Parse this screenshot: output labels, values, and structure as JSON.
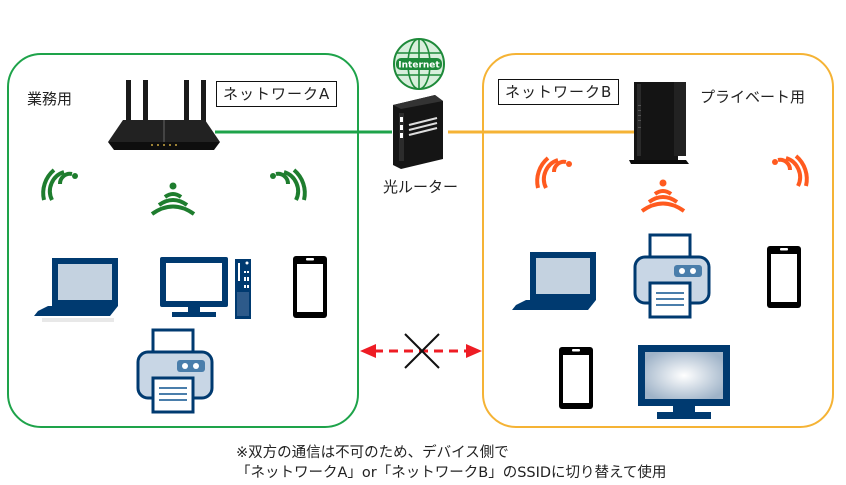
{
  "zones": {
    "a": {
      "purpose_label": "業務用",
      "network_label": "ネットワークA",
      "color": "#1ea34a",
      "wifi_color": "#1e7d2e"
    },
    "b": {
      "purpose_label": "プライベート用",
      "network_label": "ネットワークB",
      "color": "#f5b335",
      "wifi_color": "#ff5a1f"
    }
  },
  "center": {
    "internet_label": "Internet",
    "router_label": "光ルーター",
    "blocked_link": {
      "arrow_color": "#ee1c24",
      "cross_color": "#111111",
      "meaning": "communication not possible"
    }
  },
  "devices": {
    "a": [
      "wifi-router",
      "laptop",
      "desktop-pc",
      "smartphone",
      "printer"
    ],
    "b": [
      "wifi-router",
      "laptop",
      "printer",
      "smartphone",
      "smartphone",
      "monitor"
    ]
  },
  "footnote": {
    "line1": "※双方の通信は不可のため、デバイス側で",
    "line2": "「ネットワークA」or「ネットワークB」のSSIDに切り替えて使用"
  },
  "colors": {
    "device_blue": "#003a70",
    "device_light": "#c8d6e5"
  }
}
